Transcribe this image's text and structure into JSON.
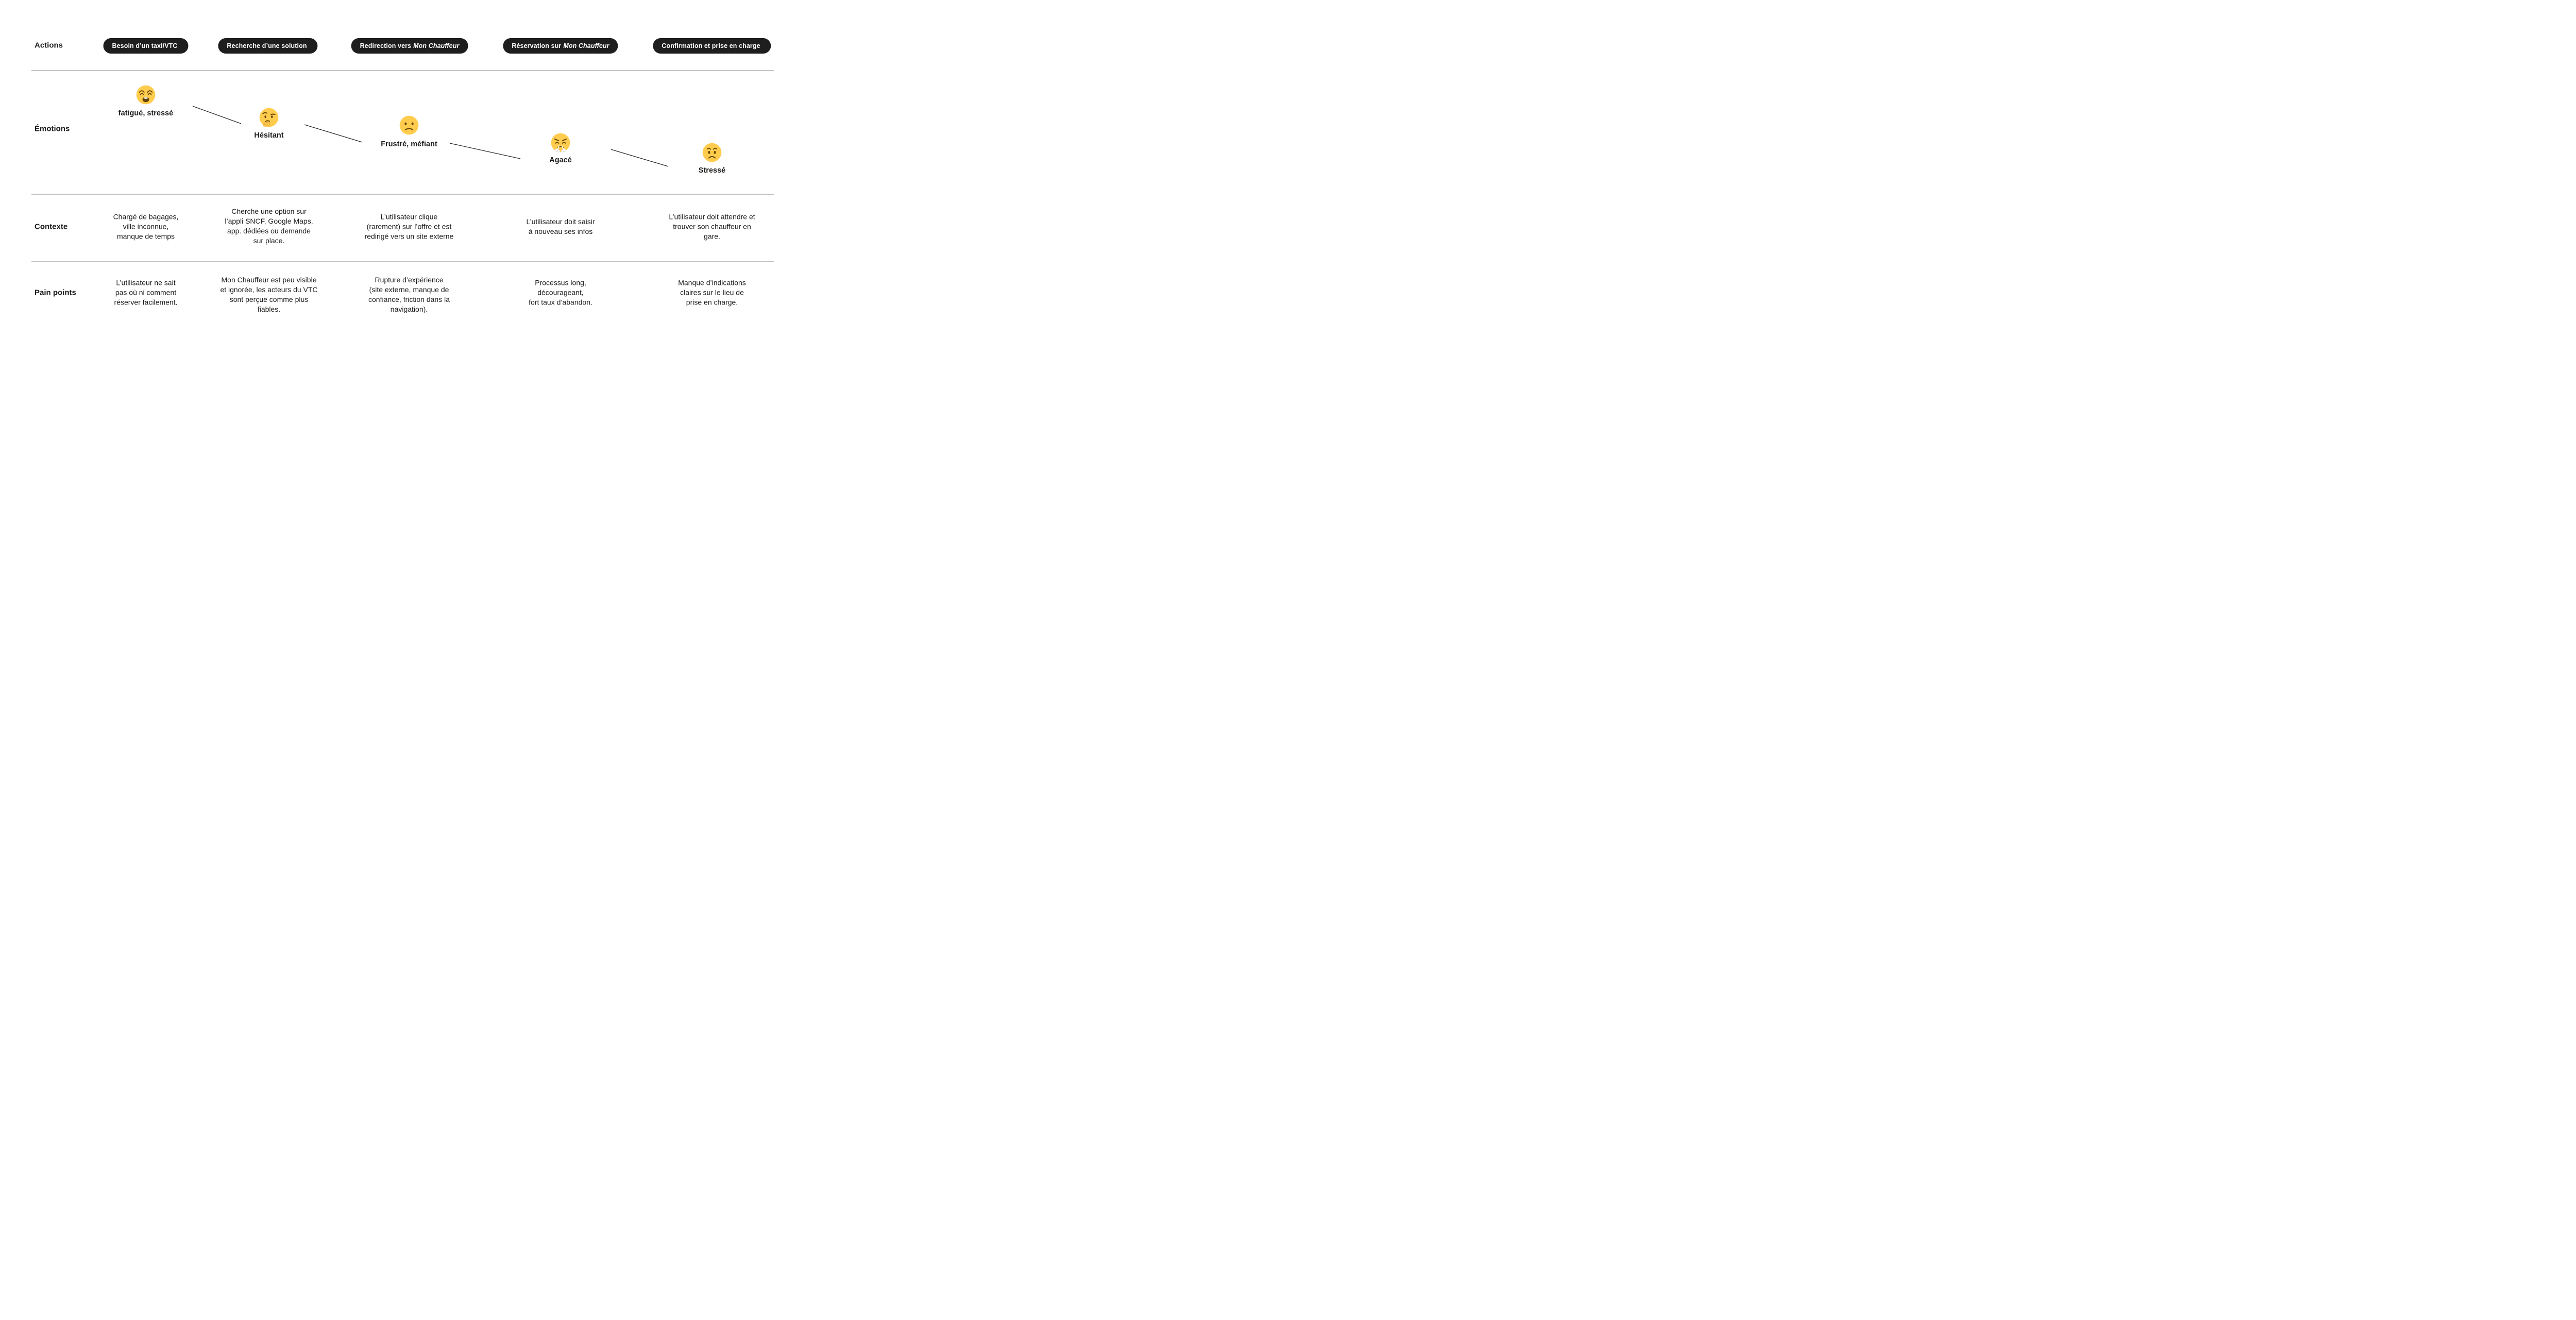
{
  "journey": {
    "row_labels": {
      "actions": "Actions",
      "emotions": "Émotions",
      "context": "Contexte",
      "pain": "Pain points"
    },
    "columns": [
      {
        "action": "Besoin d’un taxi/VTC",
        "action_em": "",
        "emotion_icon": "weary-face",
        "emotion_label": "fatigué, stressé",
        "context": "Chargé de bagages,\nville inconnue,\nmanque de temps",
        "pain": "L’utilisateur ne sait\npas où ni comment\nréserver facilement."
      },
      {
        "action": "Recherche d’une solution",
        "action_em": "",
        "emotion_icon": "thinking-face",
        "emotion_label": "Hésitant",
        "context": "Cherche une option sur\nl’appli SNCF, Google Maps,\napp. dédiées ou demande\nsur place.",
        "pain": "Mon Chauffeur est peu visible\net ignorée, les acteurs du VTC\nsont perçue comme plus\nfiables."
      },
      {
        "action": "Redirection vers",
        "action_em": "Mon Chauffeur",
        "emotion_icon": "slightly-frowning-face",
        "emotion_label": "Frustré, méfiant",
        "context": "L’utilisateur clique\n(rarement) sur l’offre et est\nredirigé vers un site externe",
        "pain": "Rupture d’expérience\n(site externe, manque de\nconfiance, friction dans la\nnavigation)."
      },
      {
        "action": "Réservation sur",
        "action_em": "Mon Chauffeur",
        "emotion_icon": "steam-from-nose-face",
        "emotion_label": "Agacé",
        "context": "L’utilisateur doit saisir\nà nouveau ses infos",
        "pain": "Processus long,\ndécourageant,\nfort taux d’abandon."
      },
      {
        "action": "Confirmation et prise en charge",
        "action_em": "",
        "emotion_icon": "worried-face",
        "emotion_label": "Stressé",
        "context": "L’utilisateur doit attendre et\ntrouver son chauffeur en\ngare.",
        "pain": "Manque d’indications\nclaires sur le lieu de\nprise en charge."
      }
    ],
    "colors": {
      "pill_bg": "#1e1e1e",
      "pill_text": "#ffffff",
      "divider": "#c4c4c4",
      "text": "#1d1d1b",
      "emoji_yellow": "#ffcc4d",
      "connector": "#2a2a2a"
    }
  }
}
